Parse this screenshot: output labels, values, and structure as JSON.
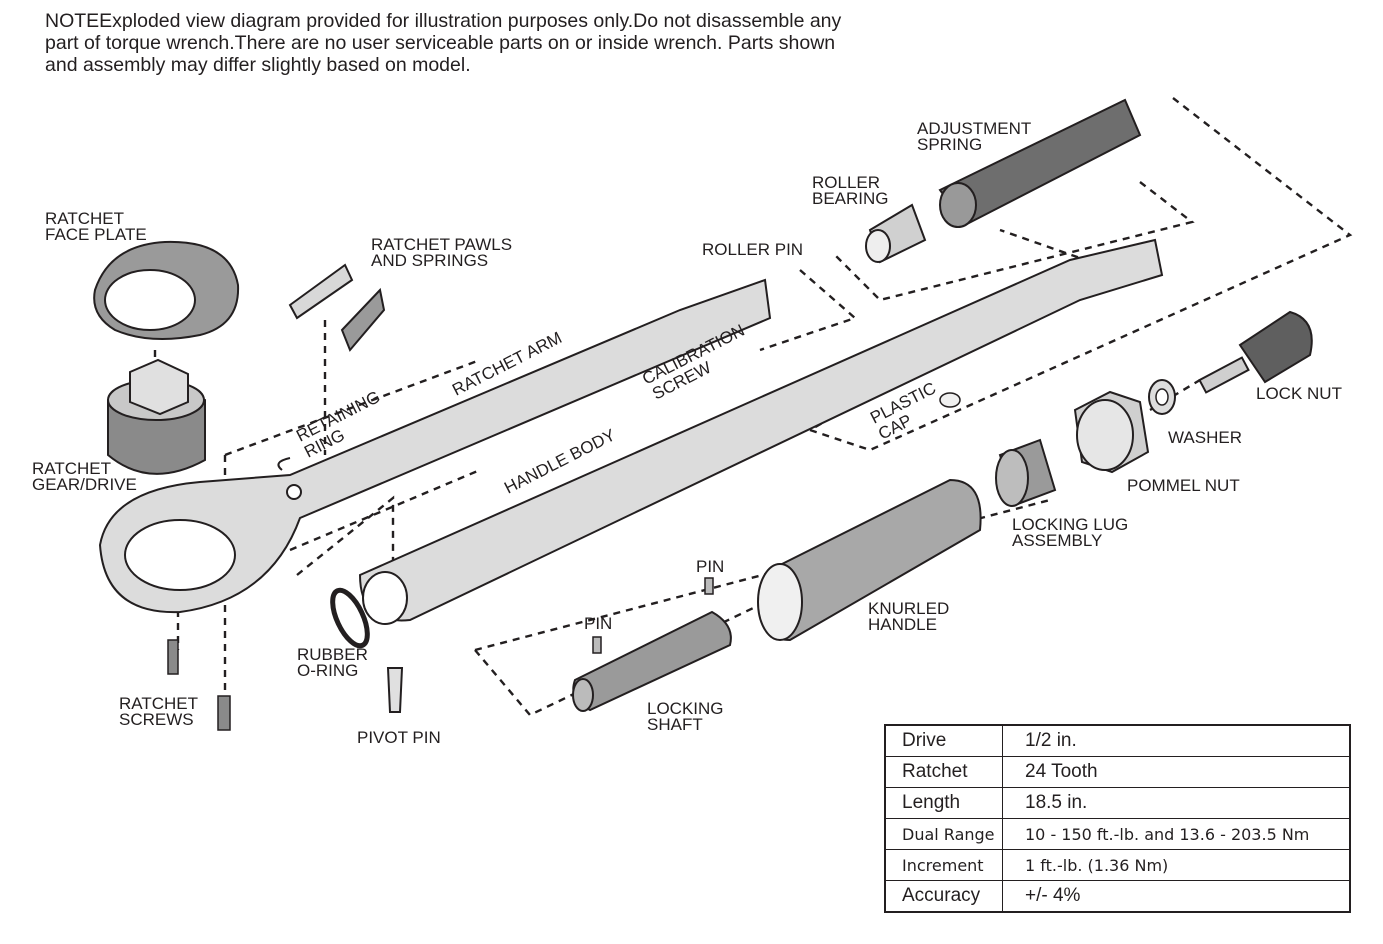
{
  "note": "NOTEExploded view diagram provided for illustration purposes only.Do not disassemble any part of torque wrench.There are no user serviceable parts on or inside wrench. Parts shown and assembly may differ slightly based on model.",
  "labels": {
    "ratchet_face_plate": [
      "RATCHET",
      "FACE PLATE"
    ],
    "ratchet_pawls": [
      "RATCHET PAWLS",
      "AND SPRINGS"
    ],
    "ratchet_gear": [
      "RATCHET",
      "GEAR/DRIVE"
    ],
    "ratchet_screws": [
      "RATCHET",
      "SCREWS"
    ],
    "retaining_ring": [
      "RETAINING",
      "RING"
    ],
    "ratchet_arm": "RATCHET ARM",
    "roller_pin": "ROLLER PIN",
    "calibration_screw": [
      "CALIBRATION",
      "SCREW"
    ],
    "roller_bearing": [
      "ROLLER",
      "BEARING"
    ],
    "adjustment_spring": [
      "ADJUSTMENT",
      "SPRING"
    ],
    "handle_body": "HANDLE BODY",
    "plastic_cap": [
      "PLASTIC",
      "CAP"
    ],
    "lock_nut": "LOCK NUT",
    "washer": "WASHER",
    "pommel_nut": "POMMEL NUT",
    "locking_lug": [
      "LOCKING LUG",
      "ASSEMBLY"
    ],
    "knurled_handle": [
      "KNURLED",
      "HANDLE"
    ],
    "pin_upper": "PIN",
    "pin_lower": "PIN",
    "locking_shaft": [
      "LOCKING",
      "SHAFT"
    ],
    "rubber_oring": [
      "RUBBER",
      "O-RING"
    ],
    "pivot_pin": "PIVOT PIN"
  },
  "specs": [
    {
      "key": "Drive",
      "value": "1/2 in."
    },
    {
      "key": "Ratchet",
      "value": "24 Tooth"
    },
    {
      "key": "Length",
      "value": "18.5 in."
    },
    {
      "key": "Dual Range",
      "value": "10 - 150 ft.-lb. and 13.6 - 203.5 Nm"
    },
    {
      "key": "Increment",
      "value": "1 ft.-lb. (1.36 Nm)"
    },
    {
      "key": "Accuracy",
      "value": "+/- 4%"
    }
  ],
  "colors": {
    "ink": "#231f20",
    "part_fill": "#d9d9d9",
    "dark_fill": "#9a9a9a"
  }
}
